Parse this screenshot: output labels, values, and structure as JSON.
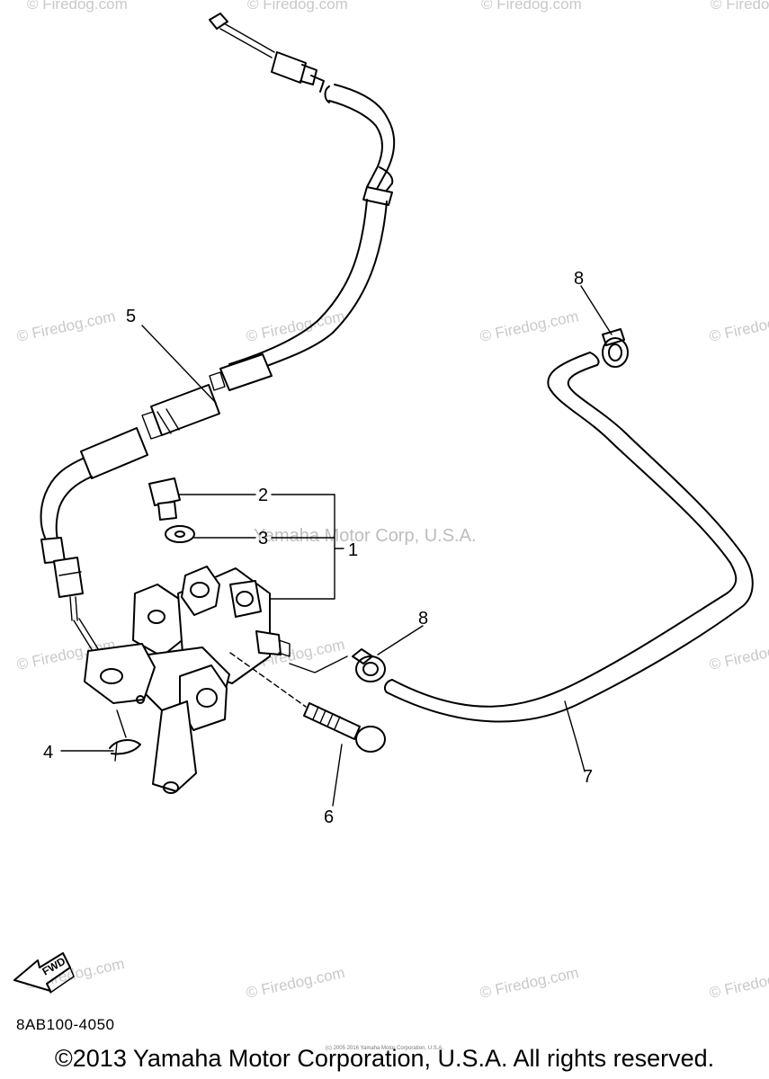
{
  "watermark": "© Firedog.com",
  "center_watermark": "Yamaha Motor Corp, U.S.A.",
  "callouts": [
    "1",
    "2",
    "3",
    "4",
    "5",
    "6",
    "7",
    "8"
  ],
  "fwd_label": "FWD",
  "diagram_code": "8AB100-4050",
  "tiny_credit": "(c) 2005 2016 Yamaha Motor Corporation, U.S.A.",
  "copyright": "©2013 Yamaha Motor Corporation, U.S.A. All rights reserved."
}
